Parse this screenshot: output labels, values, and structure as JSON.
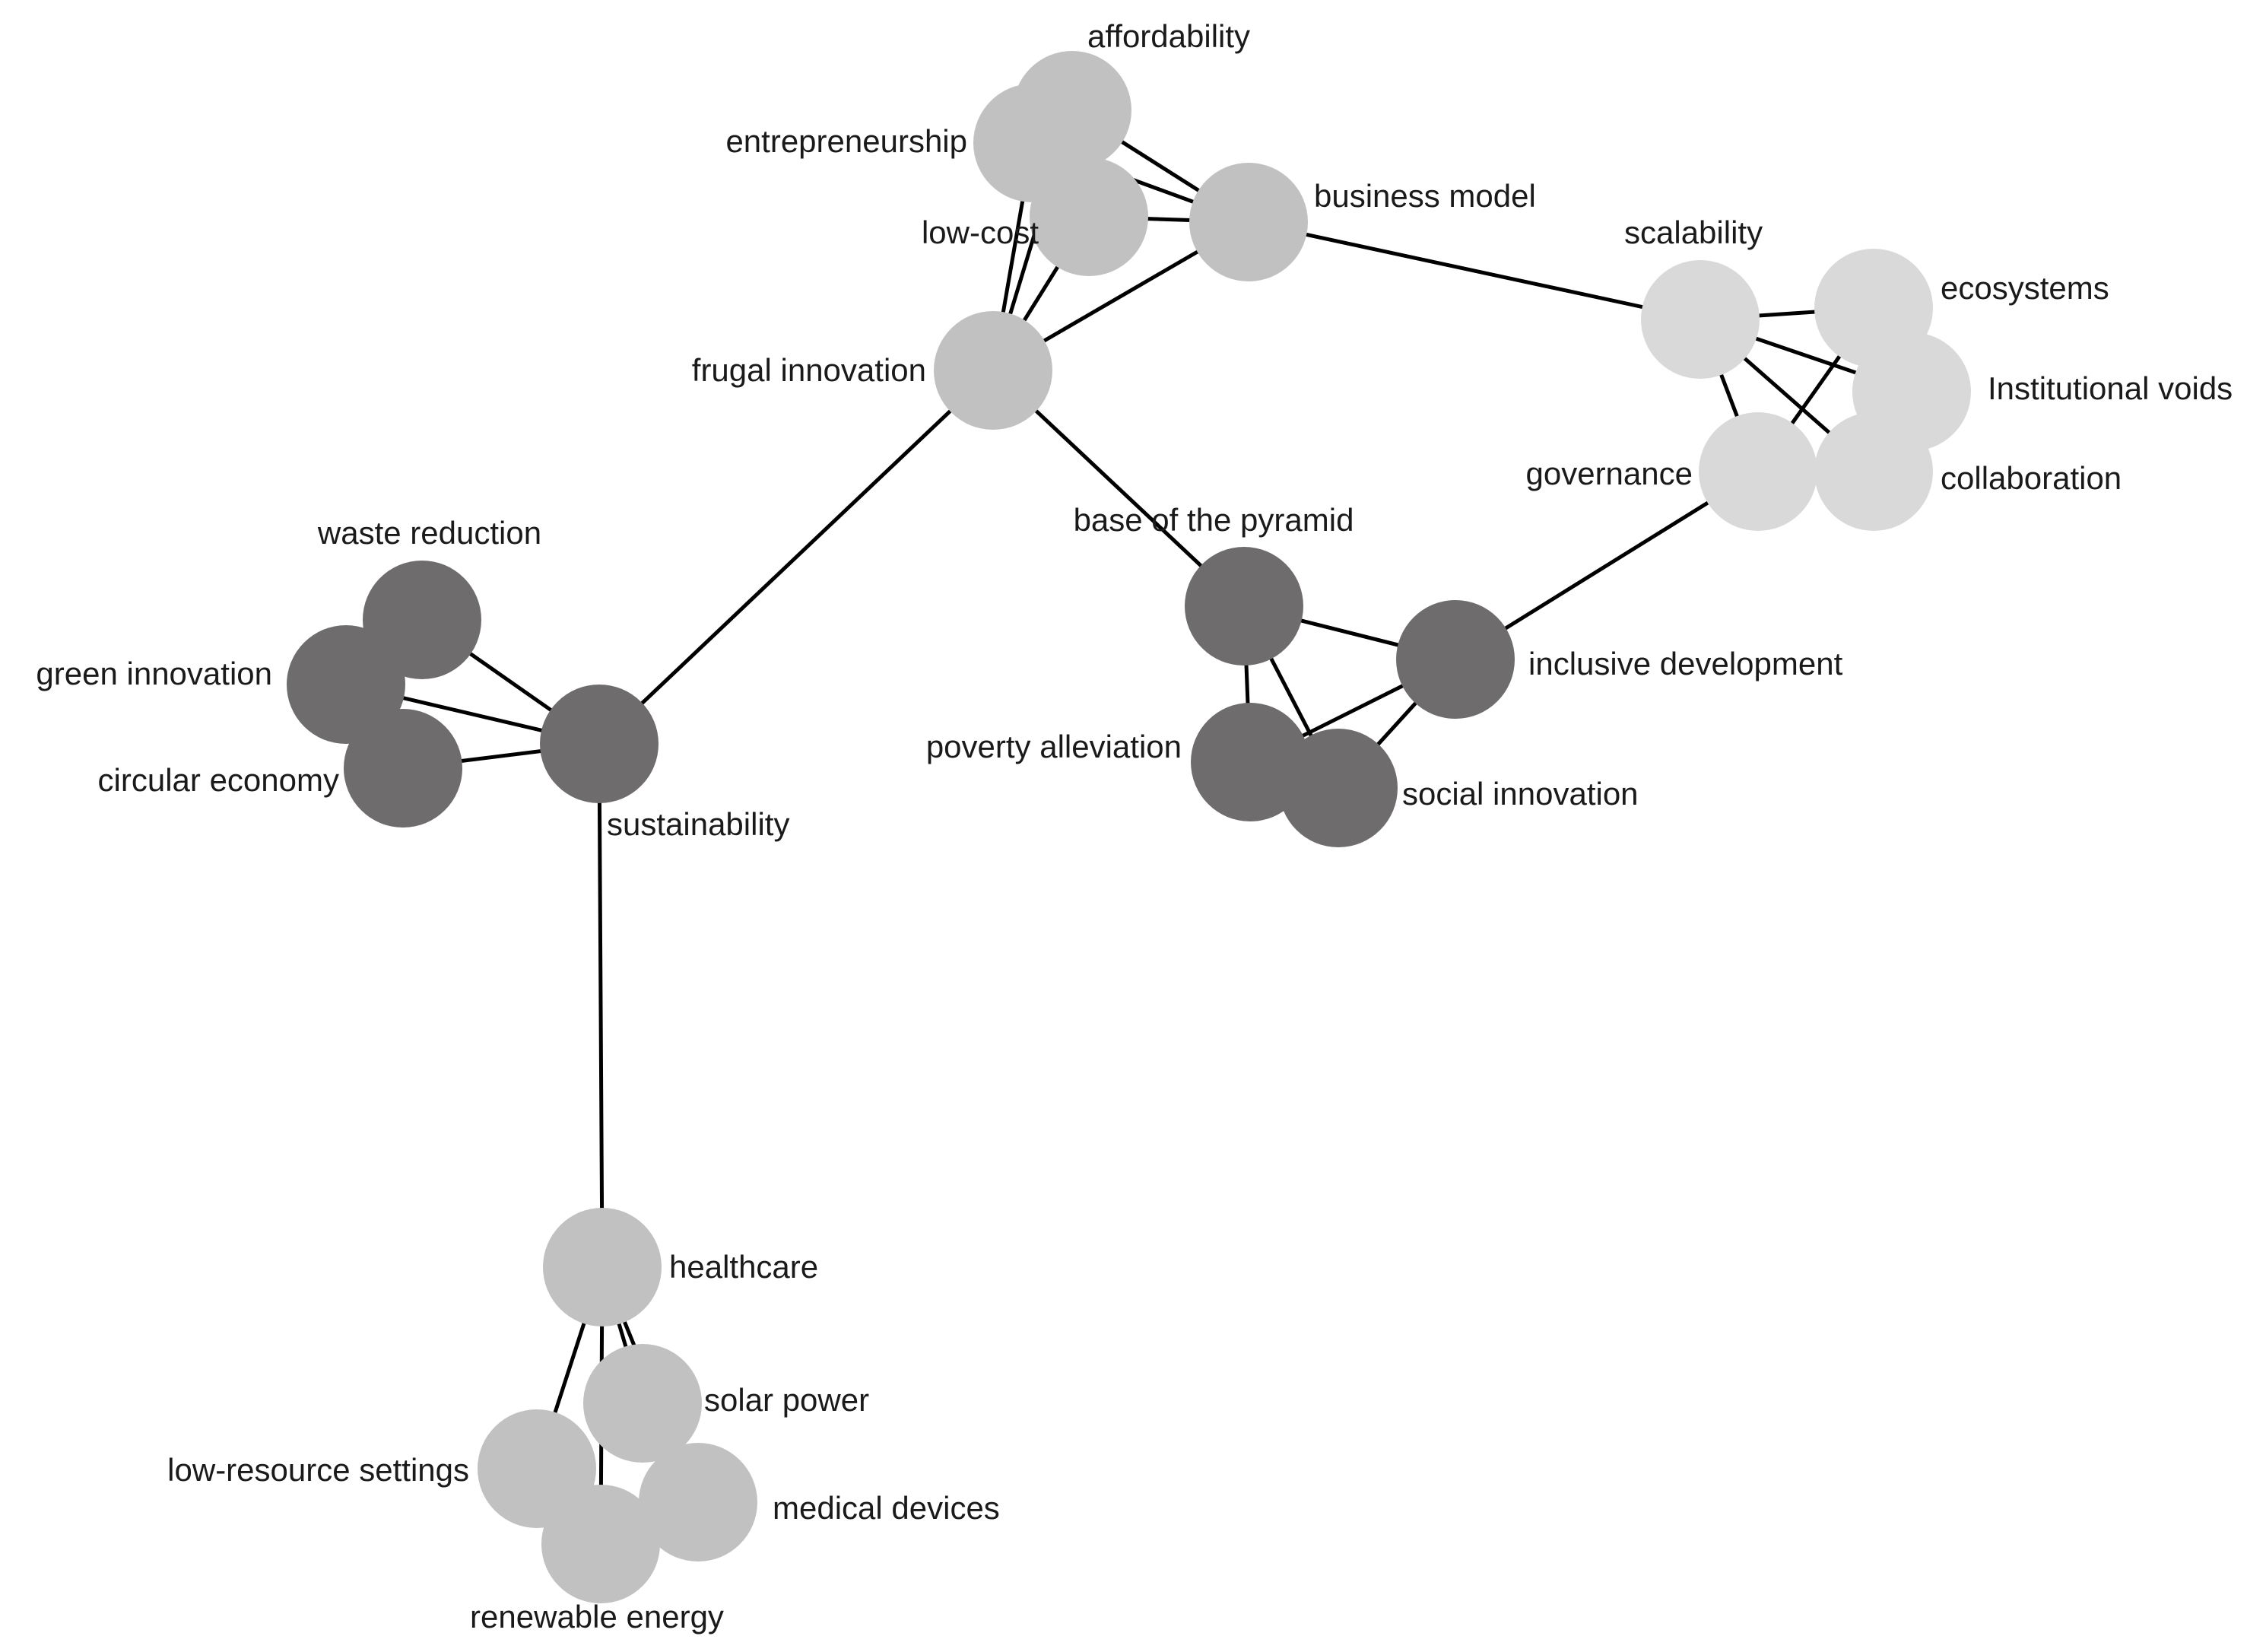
{
  "colors": {
    "medium": "#c1c1c1",
    "light": "#d9d9d9",
    "dark": "#6e6c6c",
    "edge": "#000000"
  },
  "nodes": [
    {
      "id": "affordability",
      "label": "affordability",
      "tone": "medium"
    },
    {
      "id": "entrepreneurship",
      "label": "entrepreneurship",
      "tone": "medium"
    },
    {
      "id": "low-cost",
      "label": "low-cost",
      "tone": "medium"
    },
    {
      "id": "business-model",
      "label": "business model",
      "tone": "medium"
    },
    {
      "id": "frugal-innovation",
      "label": "frugal innovation",
      "tone": "medium"
    },
    {
      "id": "scalability",
      "label": "scalability",
      "tone": "light"
    },
    {
      "id": "ecosystems",
      "label": "ecosystems",
      "tone": "light"
    },
    {
      "id": "institutional-voids",
      "label": "Institutional voids",
      "tone": "light"
    },
    {
      "id": "collaboration",
      "label": "collaboration",
      "tone": "light"
    },
    {
      "id": "governance",
      "label": "governance",
      "tone": "light"
    },
    {
      "id": "waste-reduction",
      "label": "waste reduction",
      "tone": "dark"
    },
    {
      "id": "green-innovation",
      "label": "green innovation",
      "tone": "dark"
    },
    {
      "id": "circular-economy",
      "label": "circular economy",
      "tone": "dark"
    },
    {
      "id": "sustainability",
      "label": "sustainability",
      "tone": "dark"
    },
    {
      "id": "base-of-the-pyramid",
      "label": "base of the pyramid",
      "tone": "dark"
    },
    {
      "id": "inclusive-development",
      "label": "inclusive development",
      "tone": "dark"
    },
    {
      "id": "poverty-alleviation",
      "label": "poverty alleviation",
      "tone": "dark"
    },
    {
      "id": "social-innovation",
      "label": "social innovation",
      "tone": "dark"
    },
    {
      "id": "healthcare",
      "label": "healthcare",
      "tone": "medium"
    },
    {
      "id": "solar-power",
      "label": "solar power",
      "tone": "medium"
    },
    {
      "id": "low-resource-settings",
      "label": "low-resource settings",
      "tone": "medium"
    },
    {
      "id": "medical-devices",
      "label": "medical devices",
      "tone": "medium"
    },
    {
      "id": "renewable-energy",
      "label": "renewable energy",
      "tone": "medium"
    }
  ],
  "edges": [
    [
      "entrepreneurship",
      "business-model"
    ],
    [
      "affordability",
      "business-model"
    ],
    [
      "low-cost",
      "business-model"
    ],
    [
      "entrepreneurship",
      "frugal-innovation"
    ],
    [
      "affordability",
      "frugal-innovation"
    ],
    [
      "low-cost",
      "frugal-innovation"
    ],
    [
      "business-model",
      "frugal-innovation"
    ],
    [
      "business-model",
      "scalability"
    ],
    [
      "frugal-innovation",
      "sustainability"
    ],
    [
      "frugal-innovation",
      "base-of-the-pyramid"
    ],
    [
      "scalability",
      "ecosystems"
    ],
    [
      "scalability",
      "institutional-voids"
    ],
    [
      "scalability",
      "collaboration"
    ],
    [
      "scalability",
      "governance"
    ],
    [
      "governance",
      "ecosystems"
    ],
    [
      "governance",
      "inclusive-development"
    ],
    [
      "waste-reduction",
      "sustainability"
    ],
    [
      "green-innovation",
      "sustainability"
    ],
    [
      "circular-economy",
      "sustainability"
    ],
    [
      "base-of-the-pyramid",
      "inclusive-development"
    ],
    [
      "base-of-the-pyramid",
      "poverty-alleviation"
    ],
    [
      "base-of-the-pyramid",
      "social-innovation"
    ],
    [
      "poverty-alleviation",
      "inclusive-development"
    ],
    [
      "social-innovation",
      "inclusive-development"
    ],
    [
      "sustainability",
      "healthcare"
    ],
    [
      "healthcare",
      "low-resource-settings"
    ],
    [
      "healthcare",
      "renewable-energy"
    ],
    [
      "healthcare",
      "solar-power"
    ],
    [
      "healthcare",
      "medical-devices"
    ]
  ]
}
